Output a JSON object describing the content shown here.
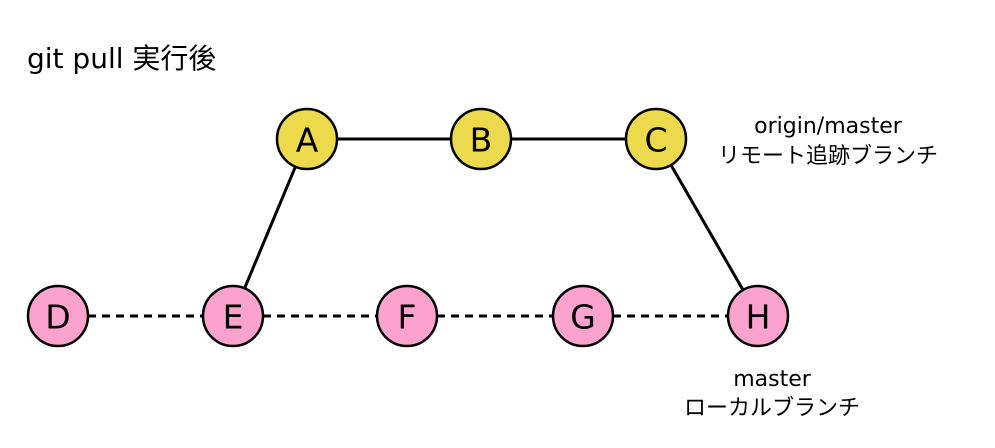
{
  "title": "git pull 実行後",
  "colors": {
    "remote_fill": "#EDD94C",
    "local_fill": "#FBA2CE",
    "stroke": "#000000",
    "background": "#FFFFFF"
  },
  "nodes": {
    "A": {
      "label": "A",
      "branch": "remote"
    },
    "B": {
      "label": "B",
      "branch": "remote"
    },
    "C": {
      "label": "C",
      "branch": "remote"
    },
    "D": {
      "label": "D",
      "branch": "local"
    },
    "E": {
      "label": "E",
      "branch": "local"
    },
    "F": {
      "label": "F",
      "branch": "local"
    },
    "G": {
      "label": "G",
      "branch": "local"
    },
    "H": {
      "label": "H",
      "branch": "local"
    }
  },
  "edges": [
    {
      "from": "A",
      "to": "B",
      "style": "solid"
    },
    {
      "from": "B",
      "to": "C",
      "style": "solid"
    },
    {
      "from": "E",
      "to": "A",
      "style": "solid"
    },
    {
      "from": "C",
      "to": "H",
      "style": "solid"
    },
    {
      "from": "D",
      "to": "E",
      "style": "dashed"
    },
    {
      "from": "E",
      "to": "F",
      "style": "dashed"
    },
    {
      "from": "F",
      "to": "G",
      "style": "dashed"
    },
    {
      "from": "G",
      "to": "H",
      "style": "dashed"
    }
  ],
  "branch_labels": {
    "remote": {
      "line1": "origin/master",
      "line2": "リモート追跡ブランチ"
    },
    "local": {
      "line1": "master",
      "line2": "ローカルブランチ"
    }
  }
}
